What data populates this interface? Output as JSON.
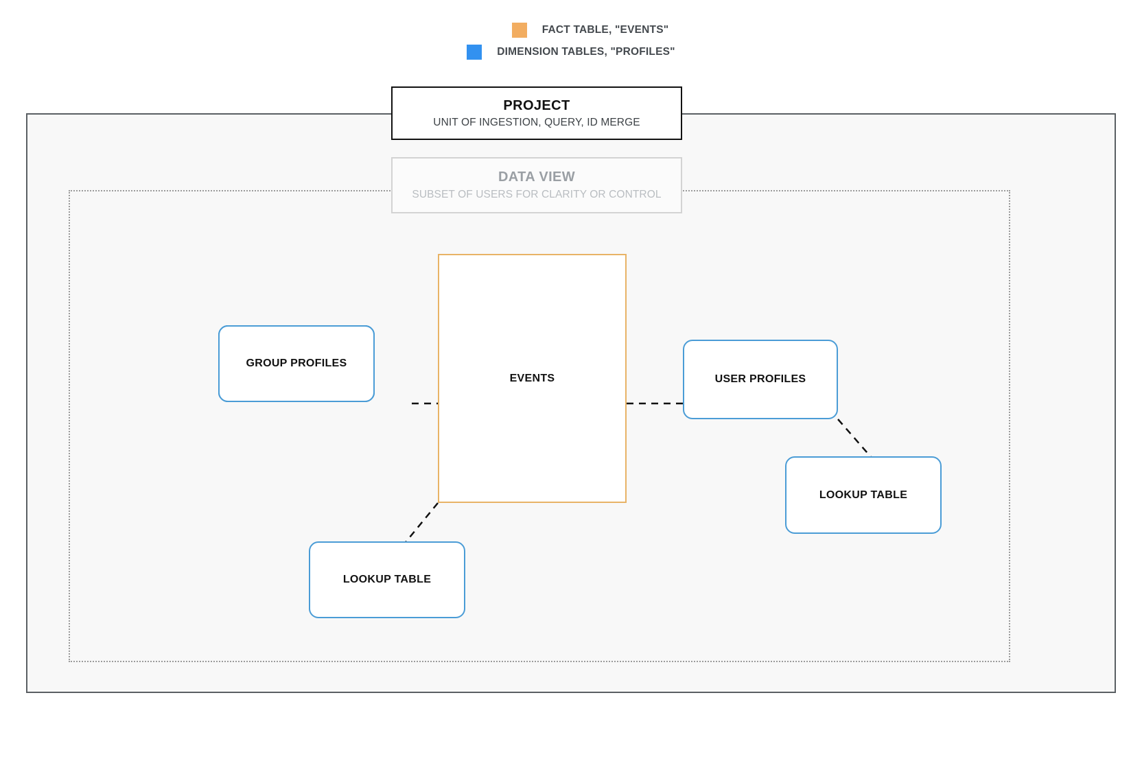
{
  "legend": {
    "items": [
      {
        "swatch_color": "#f2ad61",
        "label": "FACT TABLE, \"EVENTS\"",
        "icon": "square-swatch-icon"
      },
      {
        "swatch_color": "#3291f0",
        "label": "DIMENSION TABLES, \"PROFILES\"",
        "icon": "square-swatch-icon"
      }
    ]
  },
  "project": {
    "title": "PROJECT",
    "subtitle": "UNIT OF INGESTION, QUERY, ID MERGE",
    "border_color": "#111111"
  },
  "data_view": {
    "title": "DATA VIEW",
    "subtitle": "SUBSET OF USERS FOR CLARITY OR CONTROL",
    "border_color": "#d3d3d3",
    "text_color": "#b9bdc1"
  },
  "nodes": {
    "events": {
      "label": "EVENTS",
      "type": "fact-table",
      "color": "#e8b366"
    },
    "group_profiles": {
      "label": "GROUP PROFILES",
      "type": "dimension-table-stack",
      "color": "#4a9cd6",
      "stack_count": 3
    },
    "user_profiles": {
      "label": "USER PROFILES",
      "type": "dimension-table",
      "color": "#4a9cd6"
    },
    "lookup_table_right": {
      "label": "LOOKUP TABLE",
      "type": "dimension-table",
      "color": "#4a9cd6"
    },
    "lookup_table_left": {
      "label": "LOOKUP TABLE",
      "type": "dimension-table",
      "color": "#4a9cd6"
    }
  },
  "connectors": [
    {
      "name": "group-profiles-to-events",
      "style": "dashed",
      "color": "#111111"
    },
    {
      "name": "events-to-user-profiles",
      "style": "dashed",
      "color": "#111111"
    },
    {
      "name": "user-profiles-to-lookup-table-right",
      "style": "dashed",
      "color": "#111111"
    },
    {
      "name": "events-to-lookup-table-left",
      "style": "dashed",
      "color": "#111111"
    }
  ],
  "canvas": {
    "background": "#ffffff",
    "project_fill": "#f8f8f8"
  }
}
